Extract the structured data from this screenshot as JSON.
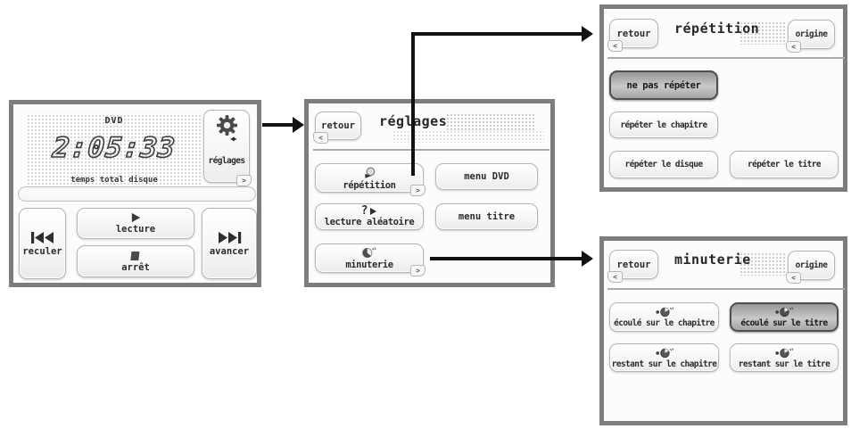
{
  "colors": {
    "panel_border": "#7d7d7d",
    "button_border": "#b5b5b5",
    "selected_fill": "#ababab",
    "selected_border": "#4f4f4f",
    "text": "#2b2b2b",
    "arrow": "#121212"
  },
  "dvd_screen": {
    "source_label": "DVD",
    "elapsed_time": "2:05:33",
    "time_caption": "temps total disque",
    "settings_label": "réglages",
    "rewind_label": "reculer",
    "play_label": "lecture",
    "stop_label": "arrêt",
    "forward_label": "avancer"
  },
  "settings_screen": {
    "back_label": "retour",
    "title": "réglages",
    "repeat_label": "répétition",
    "shuffle_label": "lecture aléatoire",
    "shuffle_icon_text": "?",
    "timer_label": "minuterie",
    "menu_dvd_label": "menu DVD",
    "menu_title_label": "menu titre"
  },
  "repeat_screen": {
    "back_label": "retour",
    "title": "répétition",
    "home_label": "origine",
    "options": [
      {
        "label": "ne pas répéter",
        "selected": true
      },
      {
        "label": "répéter le chapitre",
        "selected": false
      },
      {
        "label": "répéter le disque",
        "selected": false
      },
      {
        "label": "répéter le titre",
        "selected": false
      }
    ]
  },
  "timer_screen": {
    "back_label": "retour",
    "title": "minuterie",
    "home_label": "origine",
    "options": [
      {
        "label": "écoulé sur le chapitre",
        "selected": false
      },
      {
        "label": "écoulé sur le titre",
        "selected": true
      },
      {
        "label": "restant sur le chapitre",
        "selected": false
      },
      {
        "label": "restant sur le titre",
        "selected": false
      }
    ]
  },
  "tabs": {
    "back_glyph": "<",
    "forward_glyph": ">"
  }
}
